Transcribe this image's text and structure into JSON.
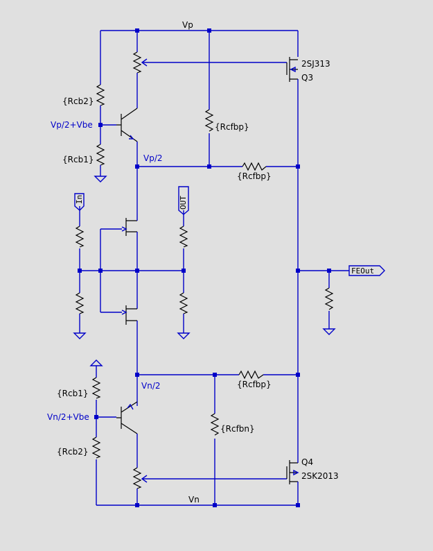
{
  "nets": {
    "vp": "Vp",
    "vp_half": "Vp/2",
    "vp_half_vbe": "Vp/2+Vbe",
    "vn": "Vn",
    "vn_half": "Vn/2",
    "vn_half_vbe": "Vn/2+Vbe"
  },
  "components": {
    "q3_model": "2SJ313",
    "q3_name": "Q3",
    "q4_model": "2SK2013",
    "q4_name": "Q4",
    "rcb2_top": "{Rcb2}",
    "rcb1_top": "{Rcb1}",
    "rcfbp_top": "{Rcfbp}",
    "rcfbp_top_h": "{Rcfbp}",
    "rcfbp_bottom_h": "{Rcfbp}",
    "rcfbn": "{Rcfbn}",
    "rcb1_bottom": "{Rcb1}",
    "rcb2_bottom": "{Rcb2}"
  },
  "ports": {
    "in": "In",
    "out": "OUT",
    "feout": "FEOut"
  },
  "colors": {
    "background": "#e0e0e0",
    "wire": "#0000c8",
    "component": "#000000"
  }
}
